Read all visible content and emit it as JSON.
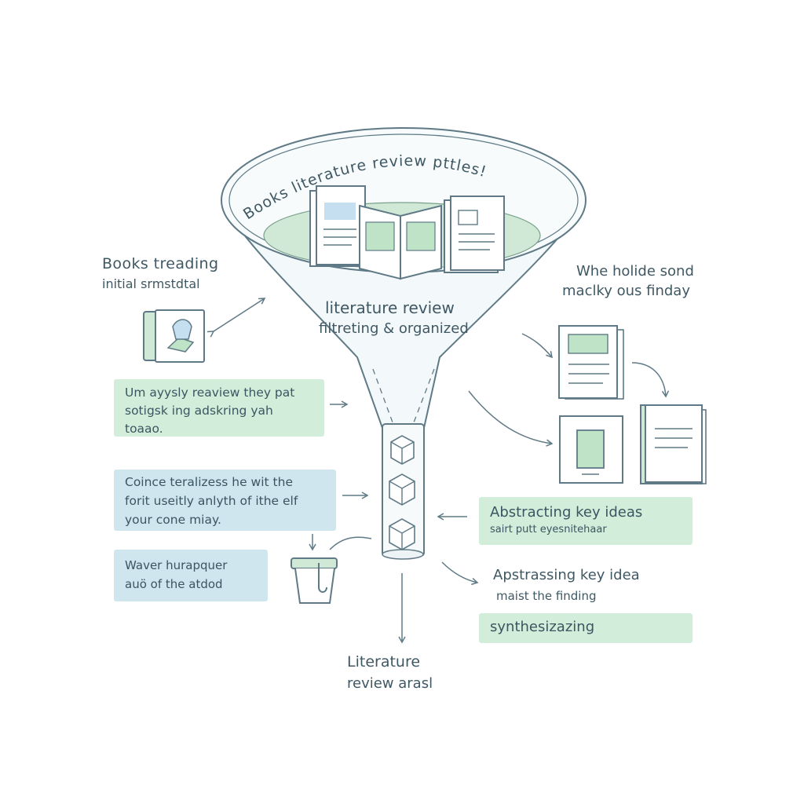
{
  "funnel": {
    "rim_text": "Books literature review pttles!",
    "center_line1": "literature review",
    "center_line2": "filtreting & organized"
  },
  "left": {
    "books_line1": "Books treading",
    "books_line2": "initial srmstdtal",
    "box_a": [
      "Um ayysly reaview they pat",
      "sotigsk ing adskring yah",
      "toaao."
    ],
    "box_b": [
      "Coince teralizess he wit the",
      "forit useitly anlyth of ithe elf",
      "your cone miay."
    ],
    "box_c": [
      "Waver hurapquer",
      "auö of the atdod"
    ]
  },
  "right": {
    "top_line1": "Whe holide sond",
    "top_line2": "maclky ous finday",
    "box_d_title": "Abstracting key ideas",
    "box_d_sub": "sairt putt eyesnitehaar",
    "abs_line1": "Apstrassing key idea",
    "abs_line2": "maist the finding",
    "box_e": "synthesizazing"
  },
  "bottom": {
    "line1": "Literature",
    "line2": "review arasl"
  },
  "colors": {
    "stroke": "#5f7a86",
    "green_fill": "#d2eedb",
    "blue_fill": "#cfe6ef",
    "funnel_fill": "#f3f8fa",
    "inner_green": "#cfe9d6",
    "page_blue": "#c6dff0",
    "page_green": "#bfe3c7"
  }
}
